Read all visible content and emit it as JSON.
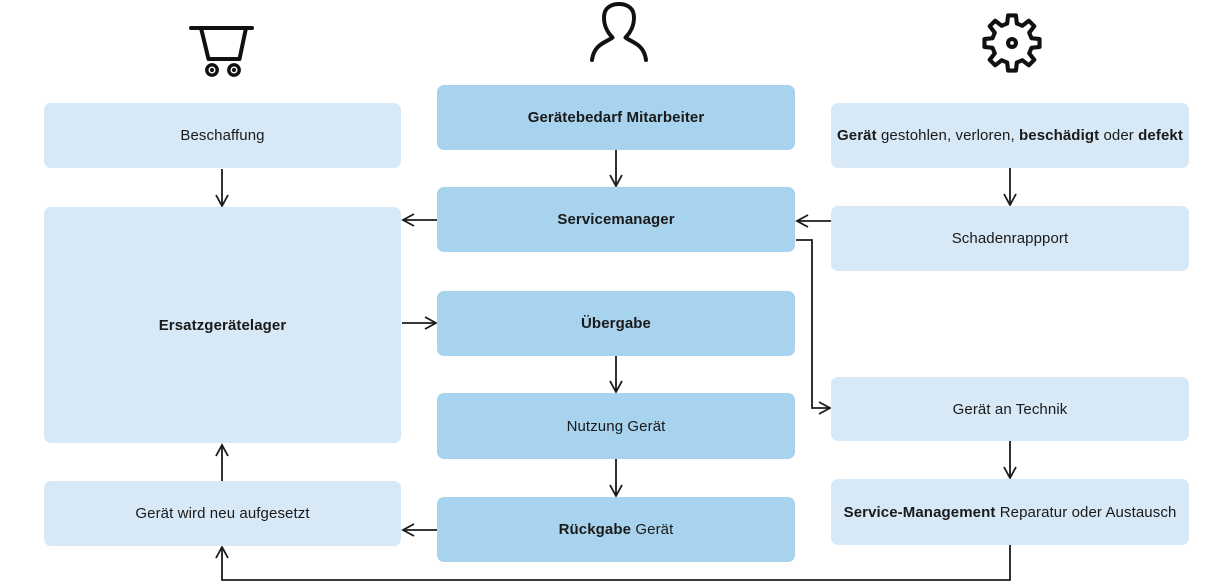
{
  "colors": {
    "background": "#ffffff",
    "box_light": "#d7e9f6",
    "box_medium": "#a8d3ee",
    "line": "#1c1c1c",
    "text": "#1a1a1a"
  },
  "lanes": {
    "left": {
      "icon": "shopping-cart",
      "boxes": [
        {
          "id": "beschaffung",
          "segments": [
            {
              "text": "Beschaffung",
              "bold": false
            }
          ]
        },
        {
          "id": "ersatzgeraetelager",
          "segments": [
            {
              "text": "Ersatzgerätelager",
              "bold": true
            }
          ]
        },
        {
          "id": "geraet-wird-neu-aufgesetzt",
          "segments": [
            {
              "text": "Gerät wird neu aufgesetzt",
              "bold": false
            }
          ]
        }
      ]
    },
    "center": {
      "icon": "person",
      "boxes": [
        {
          "id": "geraetebedarf-mitarbeiter",
          "segments": [
            {
              "text": "Gerätebedarf Mitarbeiter",
              "bold": true
            }
          ]
        },
        {
          "id": "servicemanager",
          "segments": [
            {
              "text": "Servicemanager",
              "bold": true
            }
          ]
        },
        {
          "id": "uebergabe",
          "segments": [
            {
              "text": "Übergabe",
              "bold": true
            }
          ]
        },
        {
          "id": "nutzung-geraet",
          "segments": [
            {
              "text": "Nutzung Gerät",
              "bold": false
            }
          ]
        },
        {
          "id": "rueckgabe-geraet",
          "segments": [
            {
              "text": "Rückgabe",
              "bold": true
            },
            {
              "text": " Gerät",
              "bold": false
            }
          ]
        }
      ]
    },
    "right": {
      "icon": "gear",
      "boxes": [
        {
          "id": "geraet-gestohlen",
          "segments": [
            {
              "text": "Gerät",
              "bold": true
            },
            {
              "text": " gestohlen, verloren, ",
              "bold": false
            },
            {
              "text": "beschädigt",
              "bold": true
            },
            {
              "text": " oder ",
              "bold": false
            },
            {
              "text": "defekt",
              "bold": true
            }
          ]
        },
        {
          "id": "schadenrappport",
          "segments": [
            {
              "text": "Schadenrappport",
              "bold": false
            }
          ]
        },
        {
          "id": "geraet-an-technik",
          "segments": [
            {
              "text": "Gerät an Technik",
              "bold": false
            }
          ]
        },
        {
          "id": "service-management",
          "segments": [
            {
              "text": "Service-Management",
              "bold": true
            },
            {
              "text": " Reparatur oder Austausch",
              "bold": false
            }
          ]
        }
      ]
    }
  },
  "connections": [
    {
      "from": "beschaffung",
      "to": "ersatzgeraetelager"
    },
    {
      "from": "geraetebedarf-mitarbeiter",
      "to": "servicemanager"
    },
    {
      "from": "servicemanager",
      "to": "ersatzgeraetelager"
    },
    {
      "from": "ersatzgeraetelager",
      "to": "uebergabe"
    },
    {
      "from": "uebergabe",
      "to": "nutzung-geraet"
    },
    {
      "from": "nutzung-geraet",
      "to": "rueckgabe-geraet"
    },
    {
      "from": "rueckgabe-geraet",
      "to": "geraet-wird-neu-aufgesetzt"
    },
    {
      "from": "geraet-wird-neu-aufgesetzt",
      "to": "ersatzgeraetelager"
    },
    {
      "from": "geraet-gestohlen",
      "to": "schadenrappport"
    },
    {
      "from": "schadenrappport",
      "to": "servicemanager"
    },
    {
      "from": "servicemanager",
      "to": "geraet-an-technik"
    },
    {
      "from": "geraet-an-technik",
      "to": "service-management"
    },
    {
      "from": "service-management",
      "to": "geraet-wird-neu-aufgesetzt"
    }
  ]
}
